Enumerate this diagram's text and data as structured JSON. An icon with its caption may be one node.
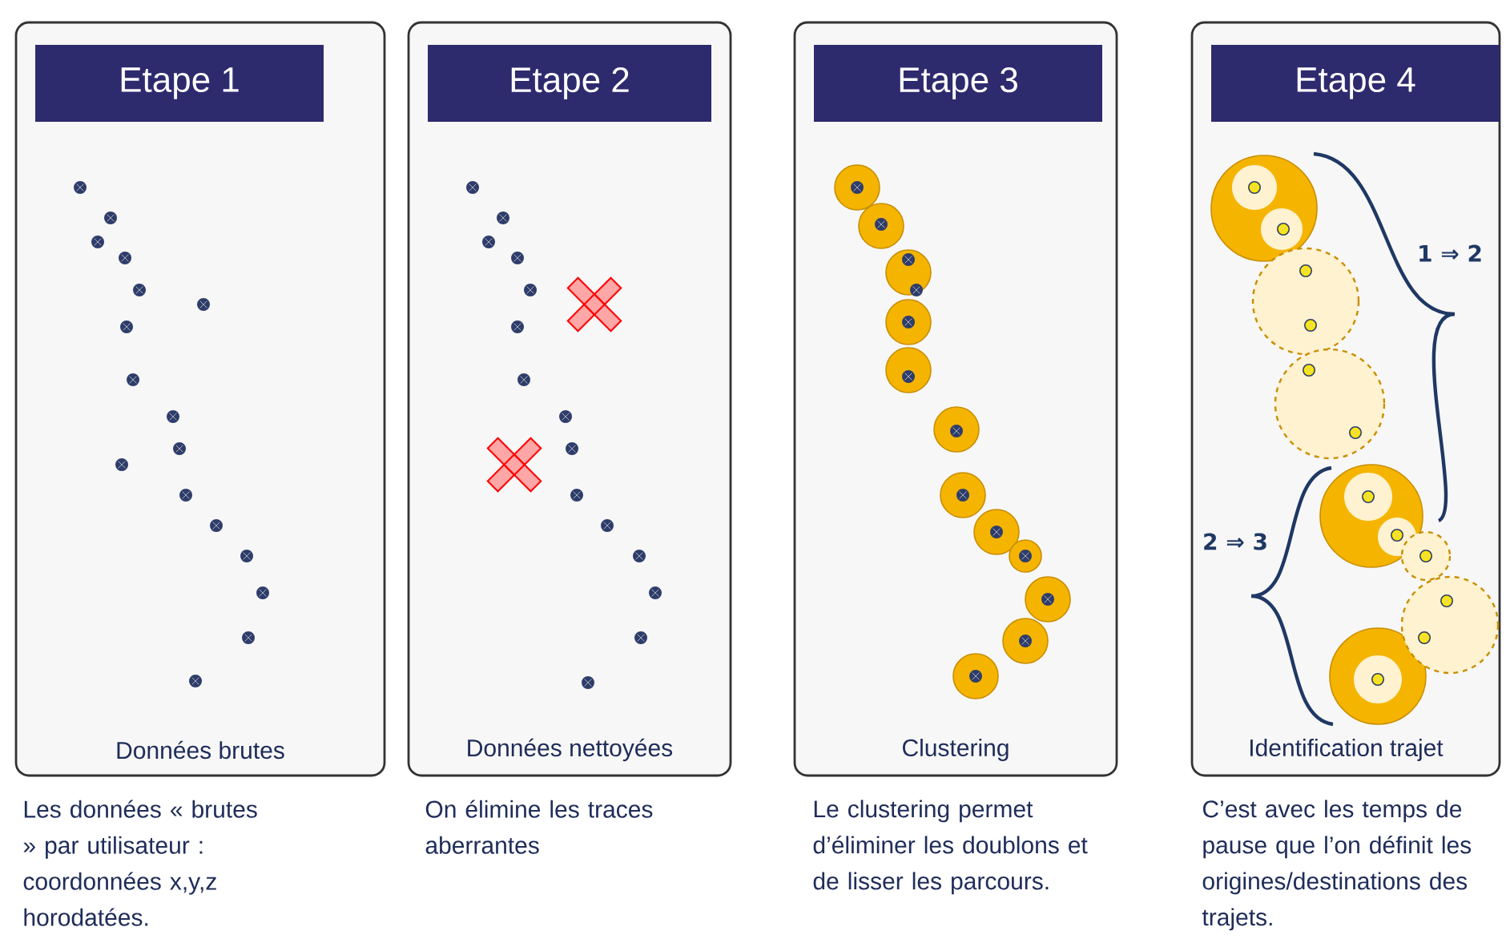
{
  "diagram": {
    "nodes": [
      {
        "text": [
          "Etape 1",
          "Données brutes"
        ],
        "beside": [
          "Les données « brutes » par utilisateur : coordonnées x,y,z horodatées."
        ]
      },
      {
        "text": [
          "Etape 2",
          "Données nettoyées"
        ],
        "beside": [
          "On élimine les traces aberrantes"
        ]
      },
      {
        "text": [
          "Etape 3",
          "Clustering"
        ],
        "beside": [
          "Le clustering permet d’éliminer les doublons et de lisser les parcours."
        ]
      },
      {
        "text": [
          "Etape 4",
          "Identification trajet"
        ],
        "beside": [
          "C’est avec les temps de pause que l’on définit les origines/destinations des trajets."
        ]
      }
    ],
    "labels": [
      "1 ⇒ 2",
      "2 ⇒ 3"
    ]
  }
}
